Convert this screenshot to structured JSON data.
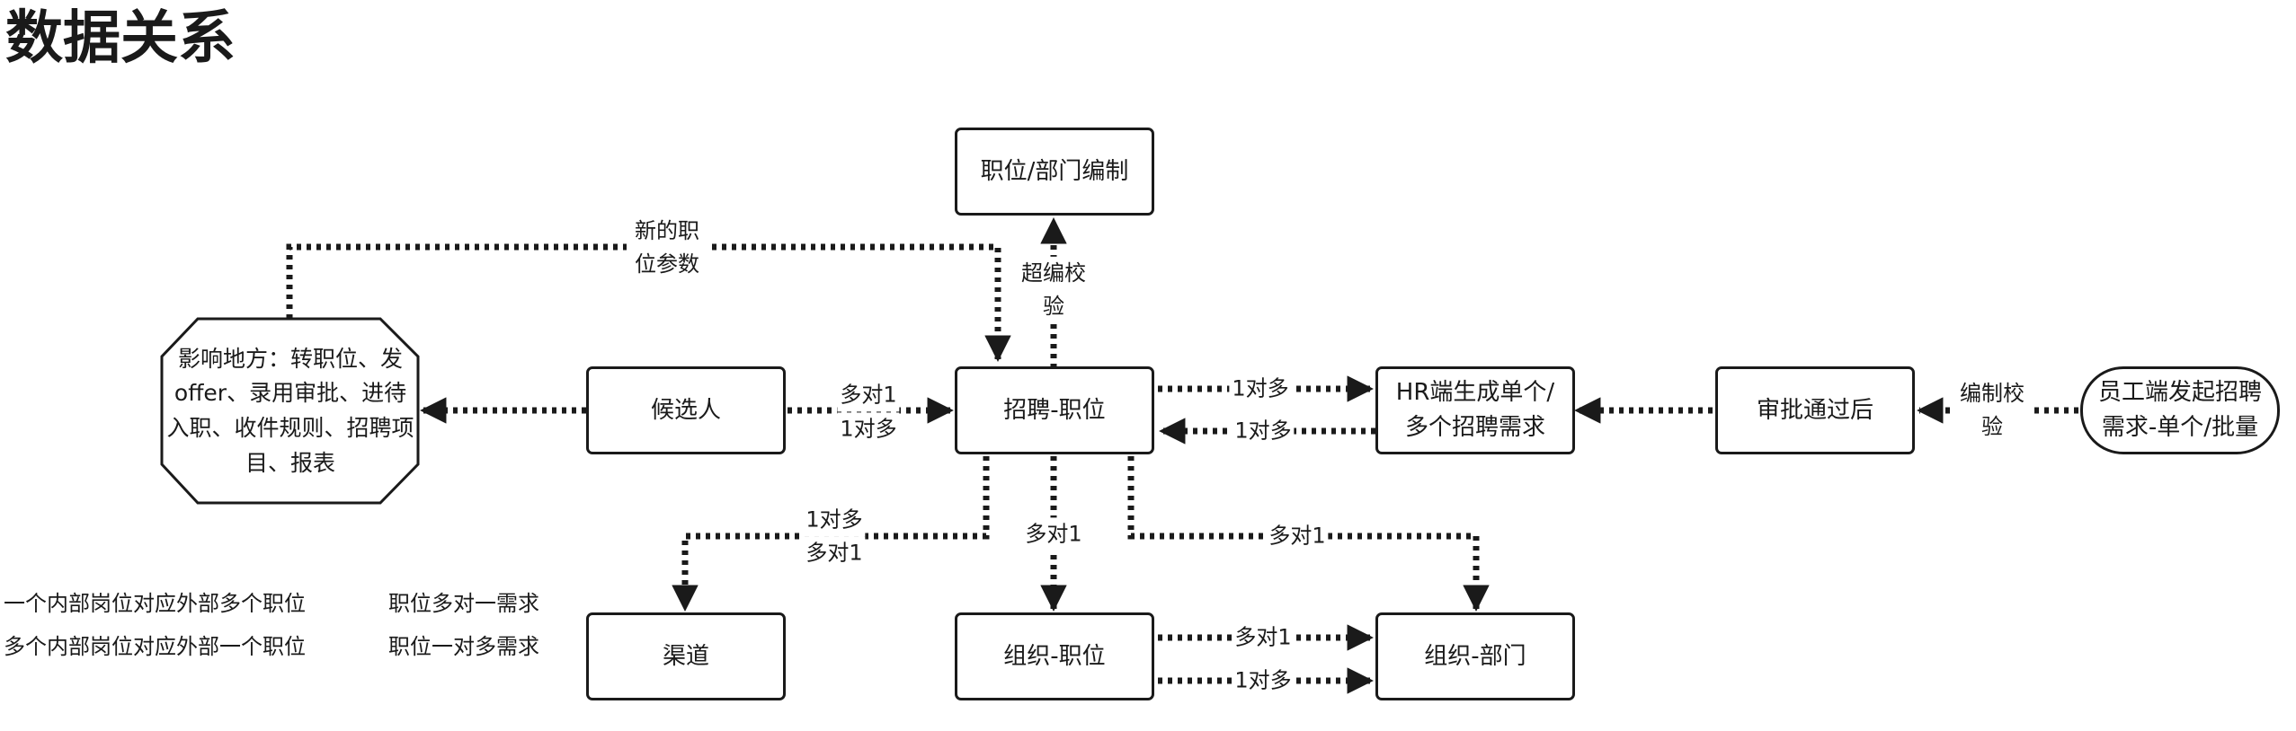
{
  "title": "数据关系",
  "nodes": {
    "position_budget": "职位/部门编制",
    "candidate": "候选人",
    "recruit_position": "招聘-职位",
    "hr_generate": "HR端生成单个/多个招聘需求",
    "approved": "审批通过后",
    "employee_start": "员工端发起招聘需求-单个/批量",
    "impact": "影响地方：转职位、发offer、录用审批、进待入职、收件规则、招聘项目、报表",
    "channel": "渠道",
    "org_position": "组织-职位",
    "org_department": "组织-部门"
  },
  "edges": {
    "new_params": "新的职位参数",
    "overstaff_check": "超编校验",
    "candidate_many_one": "多对1",
    "candidate_one_many": "1对多",
    "to_hr_one_many": "1对多",
    "from_hr_one_many": "1对多",
    "budget_check": "编制校验",
    "channel_one_many": "1对多",
    "channel_many_one": "多对1",
    "org_pos_many_one": "多对1",
    "org_dept_many_one": "多对1",
    "orgpos_dept_many_one": "多对1",
    "orgpos_dept_one_many": "1对多"
  },
  "notes": [
    "一个内部岗位对应外部多个职位",
    "职位多对一需求",
    "多个内部岗位对应外部一个职位",
    "职位一对多需求"
  ]
}
